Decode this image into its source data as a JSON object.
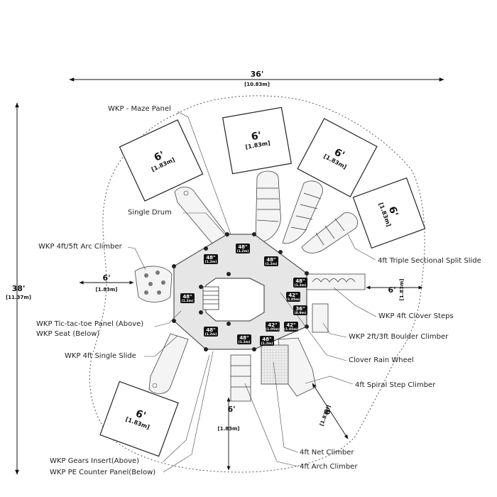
{
  "dimensions": {
    "width": {
      "value": "36'",
      "metric": "[10.83m]"
    },
    "height": {
      "value": "38'",
      "metric": "[11.37m]"
    }
  },
  "zones": [
    {
      "value": "6'",
      "metric": "[1.83m]"
    },
    {
      "value": "6'",
      "metric": "[1.83m]"
    },
    {
      "value": "6'",
      "metric": "[1.83m]"
    },
    {
      "value": "6'",
      "metric": "[1.83m]"
    },
    {
      "value": "6'",
      "metric": "[1.83m]"
    }
  ],
  "clearances": [
    {
      "value": "6'",
      "metric": "[1.83m]"
    },
    {
      "value": "6'",
      "metric": "[1.83m]"
    },
    {
      "value": "6'",
      "metric": "[1.83m]"
    },
    {
      "value": "6'",
      "metric": "[1.83m]"
    }
  ],
  "decks": [
    {
      "height": "48\"",
      "metric": "(1.2m)"
    },
    {
      "height": "48\"",
      "metric": "(1.2m)"
    },
    {
      "height": "48\"",
      "metric": "(1.2m)"
    },
    {
      "height": "48\"",
      "metric": "(1.2m)"
    },
    {
      "height": "48\"",
      "metric": "(1.2m)"
    },
    {
      "height": "42\"",
      "metric": "(1.05m)"
    },
    {
      "height": "36\"",
      "metric": "(0.9m)"
    },
    {
      "height": "48\"",
      "metric": "(1.2m)"
    },
    {
      "height": "48\"",
      "metric": "(1.2m)"
    },
    {
      "height": "48\"",
      "metric": "(1.2m)"
    },
    {
      "height": "42\"",
      "metric": "(1.05m)"
    },
    {
      "height": "42\"",
      "metric": "(1.05m)"
    }
  ],
  "labels": {
    "maze_panel": "WKP - Maze Panel",
    "single_drum": "Single Drum",
    "arc_climber": "WKP 4ft/5ft Arc Climber",
    "tic_tac_toe": "WKP Tic-tac-toe Panel  (Above)",
    "seat": "WKP Seat  (Below)",
    "single_slide": "WKP 4ft Single Slide",
    "gears": "WKP Gears Insert(Above)",
    "pe_counter": "WKP PE Counter Panel(Below)",
    "triple_slide": "4ft Triple Sectional Split Slide",
    "clover_steps": "WKP 4ft Clover Steps",
    "boulder_climber": "WKP 2ft/3ft Boulder Climber",
    "rain_wheel": "Clover Rain Wheel",
    "spiral_step": "4ft Spiral Step Climber",
    "net_climber": "4ft Net Climber",
    "arch_climber": "4ft Arch Climber"
  }
}
